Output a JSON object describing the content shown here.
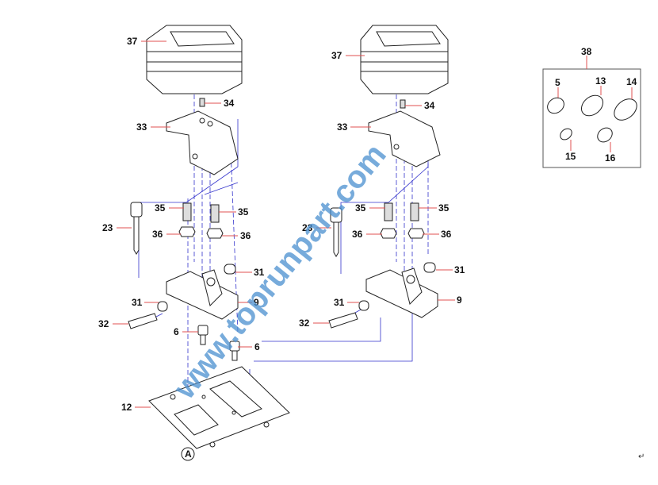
{
  "watermark": "www.toprunpart.com",
  "return_mark": "↵",
  "left_assembly": {
    "labels": [
      "37",
      "34",
      "33",
      "35",
      "35",
      "23",
      "36",
      "36",
      "31",
      "9",
      "31",
      "32",
      "6",
      "6",
      "12",
      "A"
    ]
  },
  "right_assembly": {
    "labels": [
      "37",
      "34",
      "33",
      "35",
      "35",
      "23",
      "36",
      "36",
      "31",
      "9",
      "31",
      "32"
    ]
  },
  "seal_kit": {
    "kit_label": "38",
    "labels": [
      "5",
      "13",
      "14",
      "15",
      "16"
    ]
  }
}
